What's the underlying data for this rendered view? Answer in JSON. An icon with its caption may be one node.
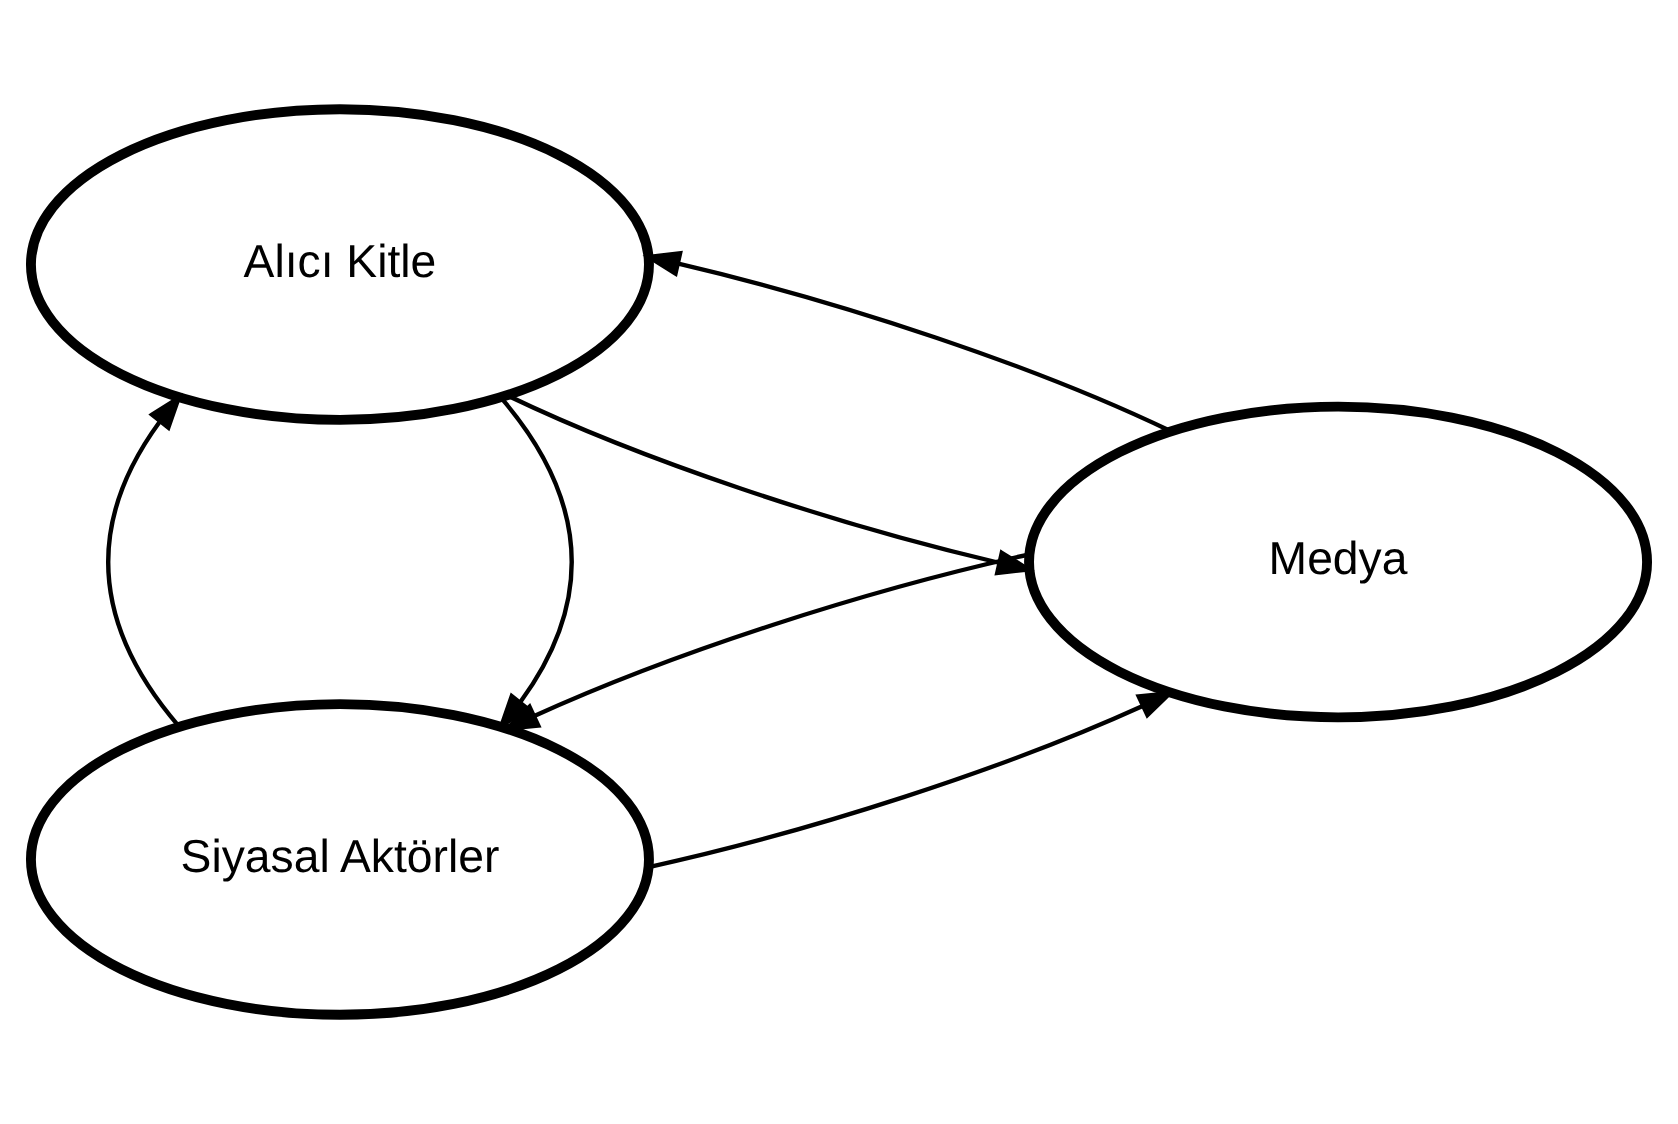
{
  "diagram": {
    "nodes": [
      {
        "text": [
          "Siyasal Aktörler"
        ]
      },
      {
        "text": [
          "Medya"
        ]
      },
      {
        "text": [
          "Alıcı Kitle"
        ]
      }
    ],
    "edges": [
      {
        "from": 0,
        "to": 1,
        "arrow": "to"
      },
      {
        "from": 1,
        "to": 0,
        "arrow": "to"
      },
      {
        "from": 2,
        "to": 0,
        "arrow": "to"
      },
      {
        "from": 0,
        "to": 2,
        "arrow": "to"
      },
      {
        "from": 2,
        "to": 1,
        "arrow": "to"
      },
      {
        "from": 1,
        "to": 2,
        "arrow": "to"
      }
    ]
  }
}
